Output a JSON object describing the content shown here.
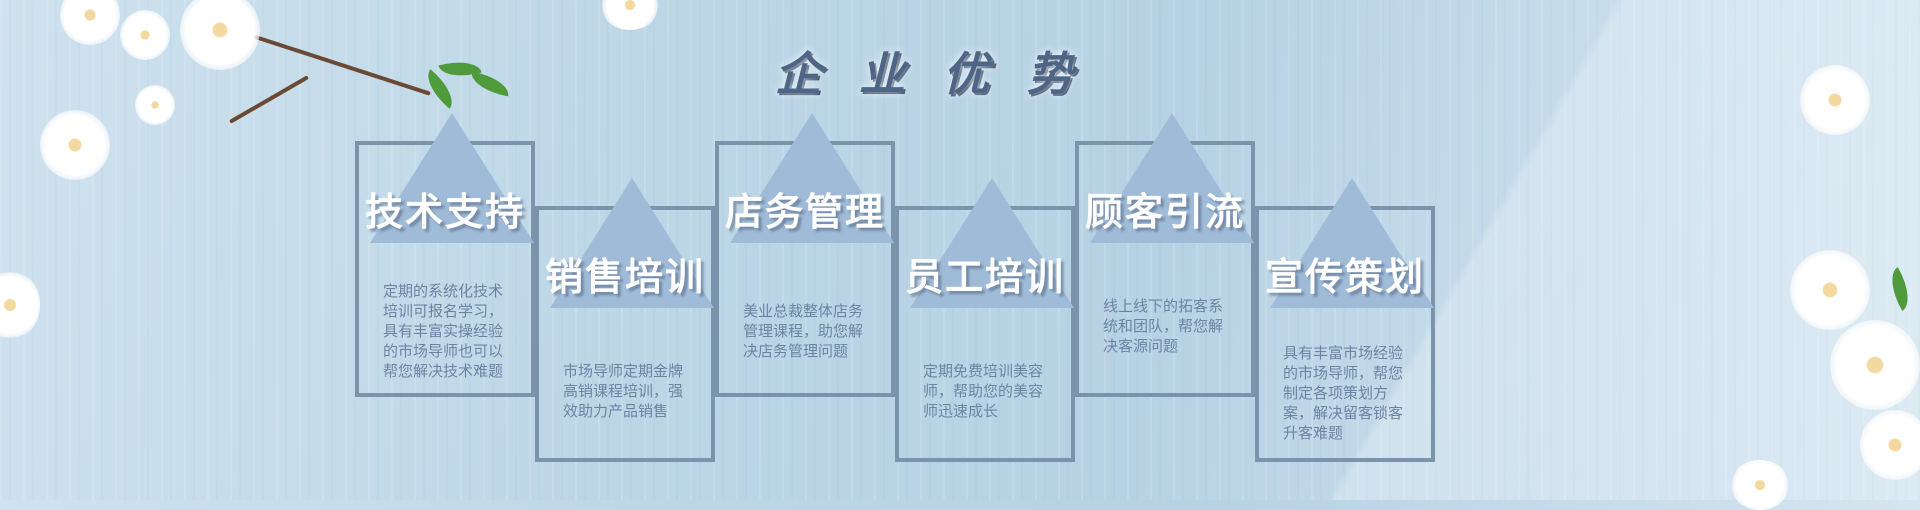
{
  "heading": "企业优势",
  "cards": [
    {
      "title": "技术支持",
      "desc": "定期的系统化技术培训可报名学习，具有丰富实操经验的市场导师也可以帮您解决技术难题"
    },
    {
      "title": "销售培训",
      "desc": "市场导师定期金牌高销课程培训，强效助力产品销售"
    },
    {
      "title": "店务管理",
      "desc": "美业总裁整体店务管理课程，助您解决店务管理问题"
    },
    {
      "title": "员工培训",
      "desc": "定期免费培训美容师，帮助您的美容师迅速成长"
    },
    {
      "title": "顾客引流",
      "desc": "线上线下的拓客系统和团队，帮您解决客源问题"
    },
    {
      "title": "宣传策划",
      "desc": "具有丰富市场经验的市场导师，帮您制定各项策划方案，解决留客锁客升客难题"
    }
  ],
  "colors": {
    "border": "#7c93ac",
    "triangle": "#9fbbd7",
    "heading": "#4f6585",
    "desc": "#6c84a2"
  }
}
